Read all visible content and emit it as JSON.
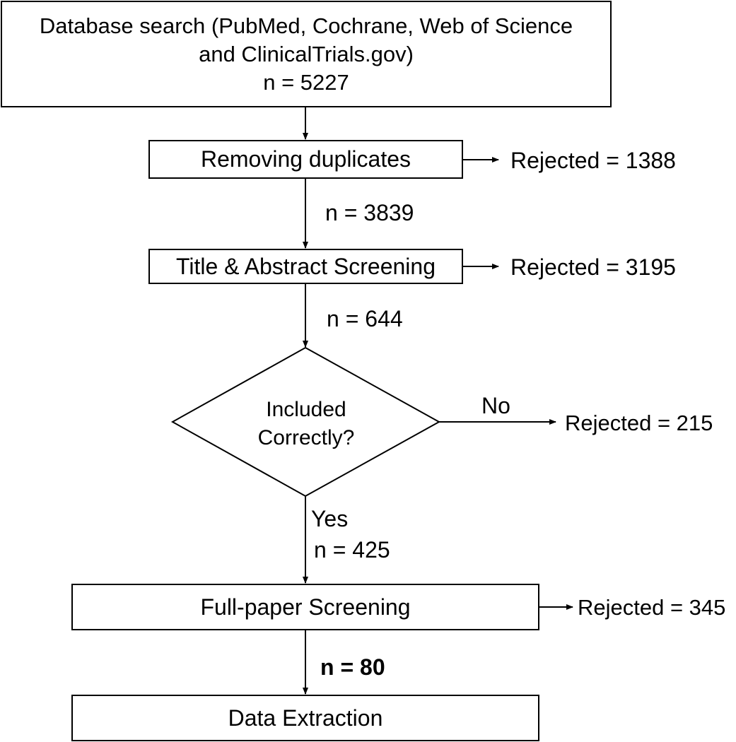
{
  "nodes": {
    "search": {
      "line1": "Database search (PubMed, Cochrane, Web of Science",
      "line2": "and ClinicalTrials.gov)",
      "count": "n = 5227"
    },
    "duplicates": "Removing duplicates",
    "title_abstract": "Title & Abstract Screening",
    "decision": {
      "line1": "Included",
      "line2": "Correctly?"
    },
    "full_paper": "Full-paper Screening",
    "extraction": "Data Extraction"
  },
  "flows": {
    "after_duplicates": "n = 3839",
    "after_title_abstract": "n = 644",
    "yes_label": "Yes",
    "no_label": "No",
    "after_decision": "n = 425",
    "after_full_paper": "n = 80"
  },
  "rejections": {
    "duplicates": "Rejected = 1388",
    "title_abstract": "Rejected = 3195",
    "decision": "Rejected = 215",
    "full_paper": "Rejected = 345"
  }
}
